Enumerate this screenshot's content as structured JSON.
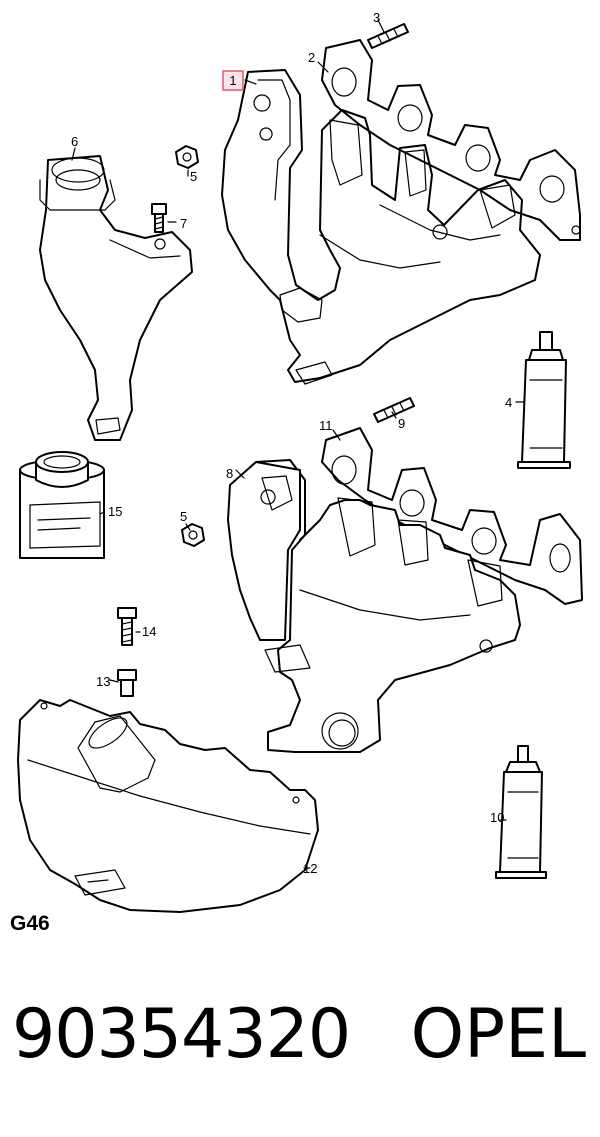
{
  "sheet_code": "G46",
  "callouts": {
    "c1": "1",
    "c3": "3",
    "c2": "2",
    "c6": "6",
    "c5a": "5",
    "c7": "7",
    "c4": "4",
    "c11": "11",
    "c9": "9",
    "c8": "8",
    "c15": "15",
    "c5b": "5",
    "c14": "14",
    "c13": "13",
    "c10": "10",
    "c12": "12"
  },
  "footer": {
    "part_number": "90354320",
    "brand": "OPEL"
  },
  "highlight_color": "#e05a6a"
}
